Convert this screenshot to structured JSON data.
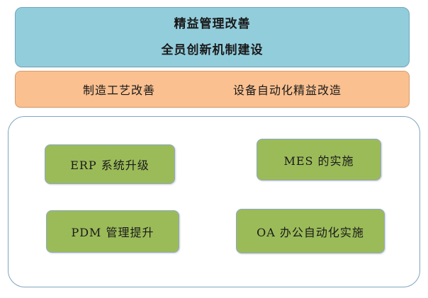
{
  "diagram": {
    "type": "hierarchy-block-diagram",
    "colors": {
      "banner_blue_fill": "#92CDDC",
      "banner_blue_stroke": "#6FA8BC",
      "banner_orange_fill": "#FAC090",
      "banner_orange_stroke": "#D99C6A",
      "node_green_fill": "#9BBB59",
      "node_green_stroke": "#8FA8C4",
      "container_stroke": "#7FA5BF",
      "background": "#FFFFFF",
      "text": "#1A1A1A"
    },
    "banner_top": {
      "line1": "精益管理改善",
      "line2": "全员创新机制建设"
    },
    "banner_second": {
      "left": "制造工艺改善",
      "right": "设备自动化精益改造"
    },
    "projects": [
      {
        "label": "ERP 系统升级"
      },
      {
        "label": "MES 的实施"
      },
      {
        "label": "PDM 管理提升"
      },
      {
        "label": "OA 办公自动化实施"
      }
    ]
  }
}
